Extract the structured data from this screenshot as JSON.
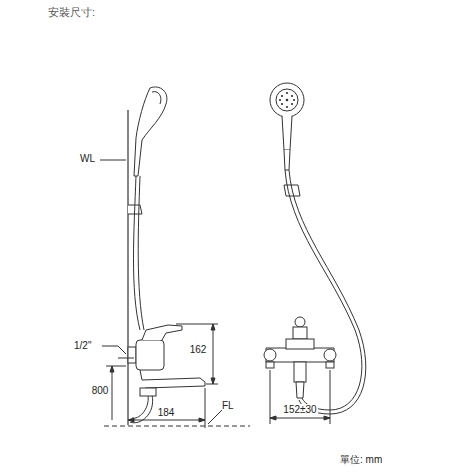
{
  "diagram": {
    "title": "安裝尺寸:",
    "labels": [
      "WL",
      "1/2\"",
      "162",
      "800",
      "184",
      "FL",
      "152±30",
      "單位: mm"
    ]
  }
}
